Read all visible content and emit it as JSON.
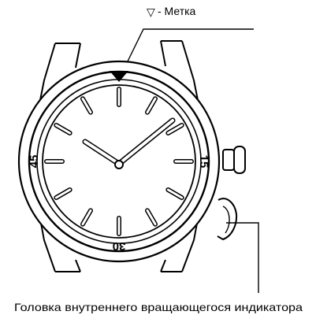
{
  "labels": {
    "marker_symbol": "▽",
    "marker_text": "- Метка",
    "crown_caption": "Головка внутреннего вращающегося индикатора"
  },
  "bezel_numbers": {
    "fifteen": "15",
    "thirty": "30",
    "fortyfive": "45"
  },
  "icons": {
    "marker": "triangle-marker-icon"
  }
}
